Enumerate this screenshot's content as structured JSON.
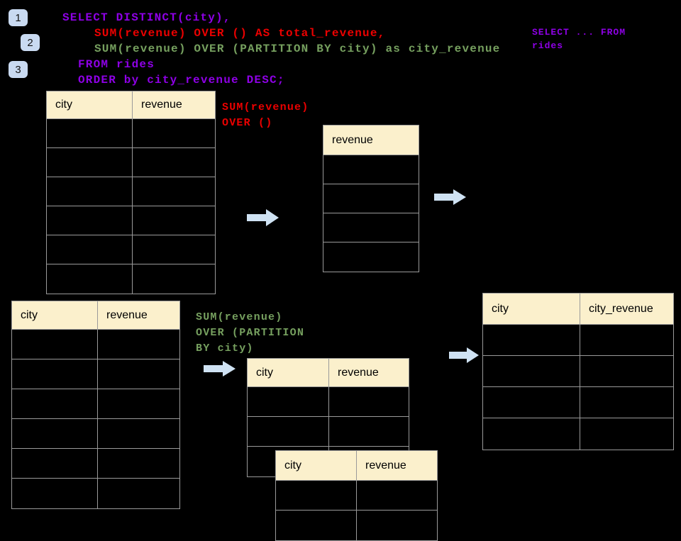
{
  "badges": [
    {
      "label": "1"
    },
    {
      "label": "2"
    },
    {
      "label": "3"
    }
  ],
  "code": {
    "lines": [
      {
        "text": "SELECT DISTINCT(city),",
        "color": "#8E00E6"
      },
      {
        "text": "SUM(revenue) OVER () AS total_revenue,",
        "color": "#EB0000"
      },
      {
        "text": "SUM(revenue) OVER (PARTITION BY city) as city_revenue",
        "color": "#76A05F"
      },
      {
        "text": "FROM rides",
        "color": "#8E00E6"
      },
      {
        "text": "ORDER by city_revenue DESC;",
        "color": "#8E00E6"
      }
    ]
  },
  "side_note": {
    "text": "SELECT ... FROM rides",
    "color": "#8E00E6"
  },
  "annotations": {
    "total": {
      "color": "#EB0000",
      "lines": [
        "SUM(revenue)",
        "OVER ()"
      ]
    },
    "partition": {
      "color": "#76A05F",
      "lines": [
        "SUM(revenue)",
        "OVER (PARTITION",
        "BY city)"
      ]
    }
  },
  "tables": {
    "source_top": {
      "headers": [
        "city",
        "revenue"
      ],
      "rows": 6
    },
    "total_revenue": {
      "headers": [
        "revenue"
      ],
      "rows": 4
    },
    "source_bottom": {
      "headers": [
        "city",
        "revenue"
      ],
      "rows": 6
    },
    "partition_a": {
      "headers": [
        "city",
        "revenue"
      ],
      "rows": 3
    },
    "partition_b": {
      "headers": [
        "city",
        "revenue"
      ],
      "rows": 2
    },
    "city_revenue": {
      "headers": [
        "city",
        "city_revenue"
      ],
      "rows": 4
    }
  },
  "icons": {
    "arrow_right": "right-arrow"
  },
  "colors": {
    "background": "#000000",
    "header_fill": "#FBF0CC",
    "table_border": "#9A9A9A",
    "arrow_fill": "#CFE2F3",
    "badge_fill": "#C9DAF1",
    "purple": "#8E00E6",
    "red": "#EB0000",
    "green": "#76A05F"
  }
}
